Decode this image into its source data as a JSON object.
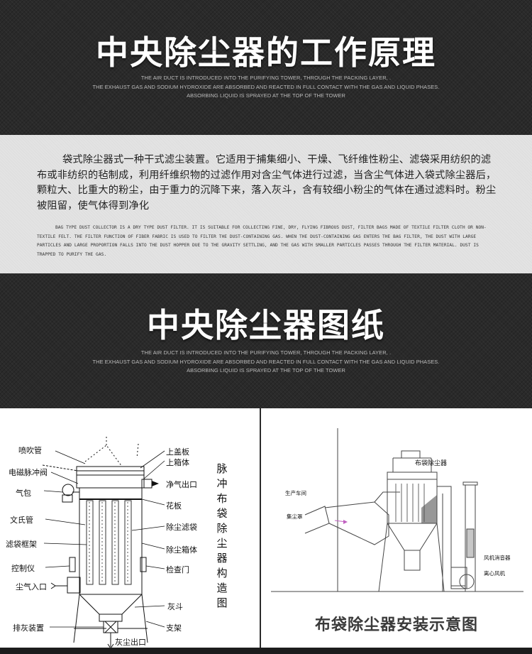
{
  "section1": {
    "title": "中央除尘器的工作原理",
    "subtitle_lines": [
      "THE AIR DUCT IS INTRODUCED INTO THE PURIFYING TOWER, THROUGH THE PACKING LAYER, .",
      "THE EXHAUST GAS AND SODIUM HYDROXIDE ARE ABSORBED AND REACTED IN FULL CONTACT WITH THE GAS AND LIQUID PHASES.",
      "ABSORBING LIQUID IS SPRAYED AT THE TOP OF THE TOWER"
    ]
  },
  "description": {
    "cn": "袋式除尘器式一种干式滤尘装置。它适用于捕集细小、干燥、飞纤维性粉尘、滤袋采用纺织的滤布或非纺织的毡制成，利用纤维织物的过滤作用对含尘气体进行过滤，当含尘气体进入袋式除尘器后，颗粒大、比重大的粉尘，由于重力的沉降下来，落入灰斗，含有较细小粉尘的气体在通过滤料时。粉尘被阻留，使气体得到净化",
    "en": "BAG TYPE DUST COLLECTOR IS A DRY TYPE DUST FILTER. IT IS SUITABLE FOR COLLECTING FINE, DRY, FLYING FIBROUS DUST, FILTER BAGS MADE OF TEXTILE FILTER CLOTH OR NON-TEXTILE FELT. THE FILTER FUNCTION OF FIBER FABRIC IS USED TO FILTER THE DUST-CONTAINING GAS. WHEN THE DUST-CONTAINING GAS ENTERS THE BAG FILTER, THE DUST WITH LARGE PARTICLES AND LARGE PROPORTION FALLS INTO THE DUST HOPPER DUE TO THE GRAVITY SETTLING, AND THE GAS WITH SMALLER PARTICLES PASSES THROUGH THE FILTER MATERIAL. DUST IS TRAPPED TO PURIFY THE GAS."
  },
  "section2": {
    "title": "中央除尘器图纸",
    "subtitle_lines": [
      "THE AIR DUCT IS INTRODUCED INTO THE PURIFYING TOWER, THROUGH THE PACKING LAYER, .",
      "THE EXHAUST GAS AND SODIUM HYDROXIDE ARE ABSORBED AND REACTED IN FULL CONTACT WITH THE GAS AND LIQUID PHASES.",
      "ABSORBING LIQUID IS SPRAYED AT THE TOP OF THE TOWER"
    ]
  },
  "diagram_left": {
    "labels_left": [
      "喷吹管",
      "电磁脉冲阀",
      "气包",
      "文氏管",
      "滤袋框架",
      "控制仪",
      "尘气入口",
      "排灰装置"
    ],
    "labels_right": [
      "上盖板",
      "上箱体",
      "净气出口",
      "花板",
      "除尘滤袋",
      "除尘箱体",
      "检查门",
      "灰斗",
      "支架"
    ],
    "label_bottom": "灰尘出口",
    "vertical_caption": "脉冲布袋除尘器构造图"
  },
  "diagram_right": {
    "labels": {
      "top": "布袋除尘器",
      "workshop": "生产车间",
      "hood": "集尘罩",
      "silencer": "风机消音器",
      "fan": "离心风机"
    },
    "caption": "布袋除尘器安装示意图"
  }
}
